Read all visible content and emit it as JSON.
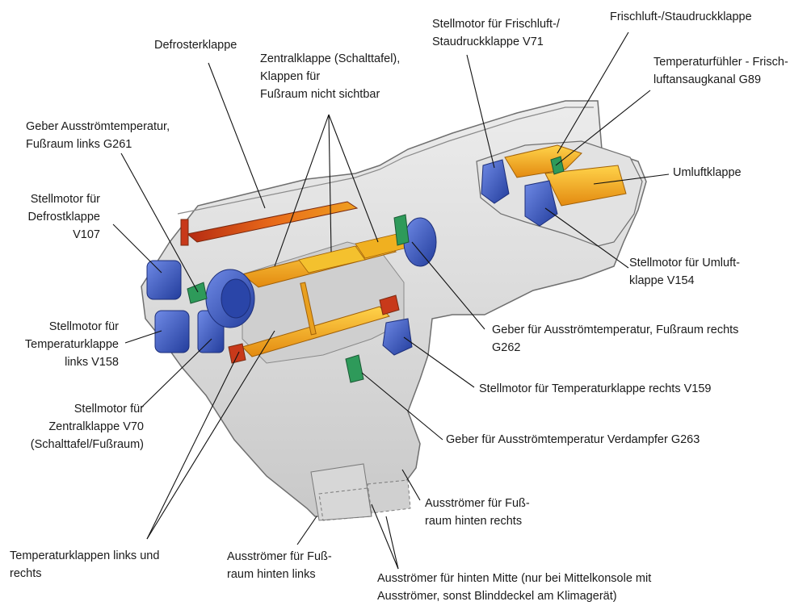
{
  "labels": {
    "defrosterklappe": "Defrosterklappe",
    "zentralklappe": "Zentralklappe (Schalttafel),\nKlappen für\nFußraum nicht sichtbar",
    "stellmotor_v71": "Stellmotor für Frischluft-/\nStaudruckklappe V71",
    "frischluftklappe": "Frischluft-/Staudruckklappe",
    "temp_g89": "Temperaturfühler - Frisch-\nluftansaugkanal G89",
    "geber_g261": "Geber Ausströmtemperatur,\nFußraum links G261",
    "stellmotor_v107": "Stellmotor für\nDefrostklappe\nV107",
    "umluftklappe": "Umluftklappe",
    "stellmotor_v154": "Stellmotor für Umluft-\nklappe V154",
    "stellmotor_v158": "Stellmotor für\nTemperaturklappe\nlinks V158",
    "geber_g262": "Geber für Ausströmtemperatur, Fußraum rechts\nG262",
    "stellmotor_v159": "Stellmotor für Temperaturklappe rechts V159",
    "stellmotor_v70": "Stellmotor für\nZentralklappe V70\n(Schalttafel/Fußraum)",
    "geber_g263": "Geber für Ausströmtemperatur Verdampfer G263",
    "ausstroemer_rechts": "Ausströmer für Fuß-\nraum hinten rechts",
    "temperaturklappen": "Temperaturklappen links und\nrechts",
    "ausstroemer_links": "Ausströmer für Fuß-\nraum hinten links",
    "ausstroemer_mitte": "Ausströmer für hinten Mitte (nur bei Mittelkonsole mit\nAusströmer, sonst Blinddeckel am Klimagerät)"
  },
  "colors": {
    "housing": "#dcdcdc",
    "housing_stroke": "#6f6f6f",
    "flap_yellow": "#f2b21a",
    "flap_orange": "#e8891a",
    "flap_red": "#c8391a",
    "actuator_blue": "#3d5bbf",
    "sensor_green": "#2e9a5a",
    "leader_line": "#111111"
  }
}
